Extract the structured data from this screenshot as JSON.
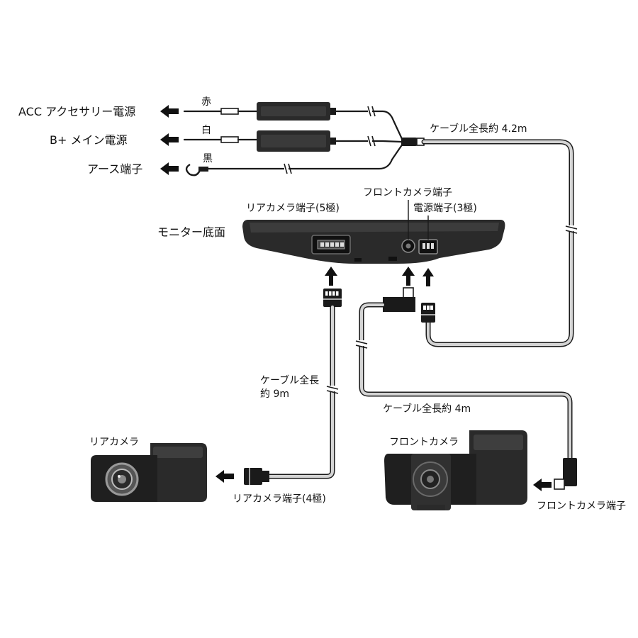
{
  "labels": {
    "acc": "ACC アクセサリー電源",
    "bplus": "B+ メイン電源",
    "earth": "アース端子",
    "red": "赤",
    "white": "白",
    "black": "黒",
    "cable_total_42": "ケーブル全長約 4.2m",
    "front_cam_port_top": "フロントカメラ端子",
    "rear_cam_port_5": "リアカメラ端子(5極)",
    "power_port_3": "電源端子(3極)",
    "monitor_bottom": "モニター底面",
    "cable_rear_line1": "ケーブル全長",
    "cable_rear_line2": "約 9m",
    "cable_front_4m": "ケーブル全長約 4m",
    "rear_camera": "リアカメラ",
    "front_camera": "フロントカメラ",
    "rear_cam_port_4": "リアカメラ端子(4極)",
    "front_cam_port_bottom": "フロントカメラ端子"
  },
  "colors": {
    "ink": "#1a1a1a",
    "cable_fill": "#d4d4d4",
    "device_body": "#2a2a2a"
  }
}
